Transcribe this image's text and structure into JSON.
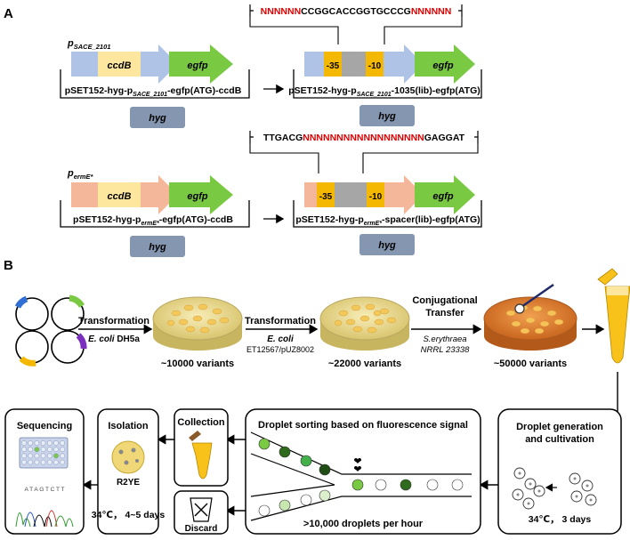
{
  "panel_a": {
    "label": "A",
    "seq_top_pre": "NNNNNN",
    "seq_top_mid": "CCGGCACCGGTGCCCG",
    "seq_top_post": "NNNNNN",
    "seq_bottom_pre": "TTGACG",
    "seq_bottom_mid": "NNNNNNNNNNNNNNNNNN",
    "seq_bottom_post": "GAGGAT",
    "promoter1_base": "p",
    "promoter1_sub": "SACE_2101",
    "promoter2_base": "p",
    "promoter2_sub": "ermE*",
    "ccdb": "ccdB",
    "egfp": "egfp",
    "hyg": "hyg",
    "box_minus35": "-35",
    "box_minus10": "-10",
    "plasmid1_pre": "pSET152-hyg-p",
    "plasmid1_sub": "SACE_2101",
    "plasmid1_post": "-egfp(ATG)-ccdB",
    "plasmid2_pre": "pSET152-hyg-p",
    "plasmid2_sub": "SACE_2101",
    "plasmid2_post": "-1035(lib)-egfp(ATG)",
    "plasmid3_pre": "pSET152-hyg-p",
    "plasmid3_sub": "ermE*",
    "plasmid3_post": "-egfp(ATG)-ccdB",
    "plasmid4_pre": "pSET152-hyg-p",
    "plasmid4_sub": "ermE*",
    "plasmid4_post": "-spacer(lib)-egfp(ATG)"
  },
  "panel_b": {
    "label": "B",
    "transformation1": "Transformation",
    "ecoli1_italic": "E. coli",
    "ecoli1_rest": " DH5a",
    "transformation2": "Transformation",
    "ecoli2_italic": "E. coli",
    "ecoli2_rest": "ET12567/pUZ8002",
    "conjugational1": "Conjugational",
    "conjugational2": "Transfer",
    "strain1": "S.erythraea",
    "strain2": "NRRL 23338",
    "variants1": "~10000 variants",
    "variants2": "~22000 variants",
    "variants3": "~50000 variants",
    "sequencing": "Sequencing",
    "isolation": "Isolation",
    "r2ye": "R2YE",
    "isolation_cond": "34℃， 4~5 days",
    "collection": "Collection",
    "discard": "Discard",
    "sorting": "Droplet sorting based on fluorescence signal",
    "rate": ">10,000 droplets per hour",
    "generation1": "Droplet generation",
    "generation2": "and cultivation",
    "generation_cond": "34℃， 3 days",
    "seq_reads": "A T A G T C T T"
  },
  "colors": {
    "promoter_blue": "#aec3e6",
    "promoter_orange": "#f4b79a",
    "ccdb_yellow": "#fde79e",
    "egfp_green": "#7ac943",
    "hyg_gray": "#8496b0",
    "box_orange": "#f5b800",
    "box_gray": "#a6a6a6",
    "n_red": "#e00000",
    "dish_yellow": "#efe2a0",
    "dish_orange": "#e8893a",
    "tube_yellow": "#f9c21a"
  }
}
